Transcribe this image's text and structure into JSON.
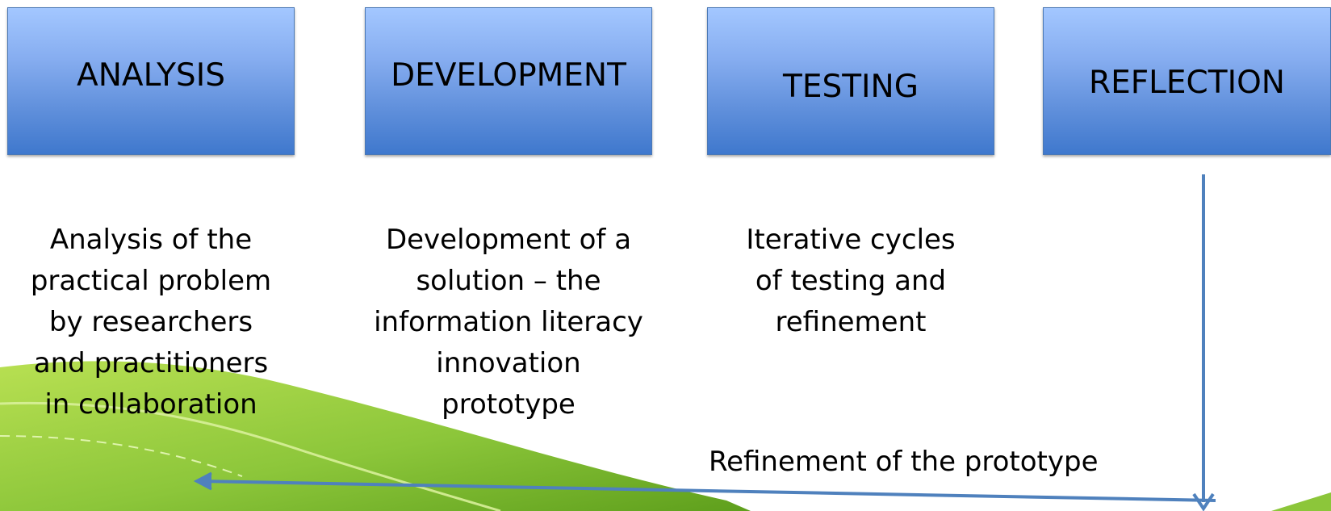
{
  "stages": [
    {
      "title": "ANALYSIS",
      "description": [
        "Analysis of the",
        "practical problem",
        "by researchers",
        "and practitioners",
        "in collaboration"
      ]
    },
    {
      "title": "DEVELOPMENT",
      "description": [
        "Development of a",
        "solution – the",
        "information literacy",
        "innovation",
        "prototype"
      ]
    },
    {
      "title": "TESTING",
      "description": [
        "Iterative cycles",
        "of testing and",
        "refinement"
      ]
    },
    {
      "title": "REFLECTION",
      "description": []
    }
  ],
  "feedback_arrow": {
    "label": "Refinement of the prototype"
  },
  "colors": {
    "box_top": "#a3c7ff",
    "box_bottom": "#3f78cd",
    "box_border": "#4a78b5",
    "arrow": "#4f81bd",
    "swoosh_light": "#b5df4c",
    "swoosh_dark": "#6fae22"
  }
}
